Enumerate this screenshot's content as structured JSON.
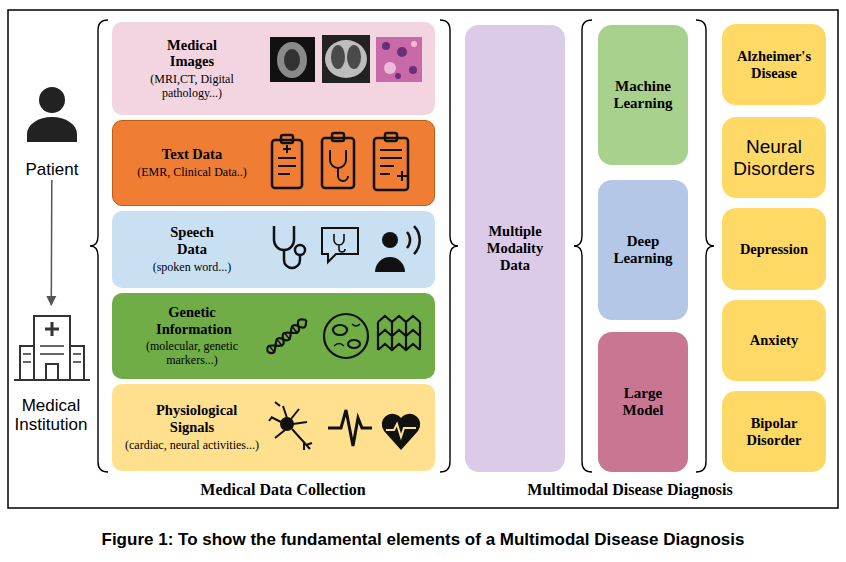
{
  "diagram": {
    "caption": "Figure 1: To show the fundamental elements of a Multimodal Disease Diagnosis",
    "nodes": [
      {
        "text": [
          "Patient"
        ]
      },
      {
        "text": [
          "Medical Institution"
        ]
      },
      {
        "text": [
          "Medical Images",
          "(MRI,CT, Digital pathology...)"
        ]
      },
      {
        "text": [
          "Text Data",
          "(EMR, Clinical Data..)"
        ]
      },
      {
        "text": [
          "Speech Data",
          "(spoken word...)"
        ]
      },
      {
        "text": [
          "Genetic Information",
          "(molecular, genetic markers...)"
        ]
      },
      {
        "text": [
          "Physiological Signals",
          "(cardiac, neural activities...)"
        ]
      },
      {
        "text": [
          "Multiple Modality Data"
        ]
      },
      {
        "text": [
          "Machine Learning"
        ]
      },
      {
        "text": [
          "Deep Learning"
        ]
      },
      {
        "text": [
          "Large Model"
        ]
      },
      {
        "text": [
          "Alzheimer's Disease"
        ]
      },
      {
        "text": [
          "Neural Disorders"
        ]
      },
      {
        "text": [
          "Depression"
        ]
      },
      {
        "text": [
          "Anxiety"
        ]
      },
      {
        "text": [
          "Bipolar Disorder"
        ]
      }
    ],
    "edges": [
      {
        "from": 0,
        "to": 1,
        "arrow": "to"
      }
    ],
    "labels": [
      "Medical Data Collection",
      "Multimodal Disease Diagnosis"
    ]
  }
}
